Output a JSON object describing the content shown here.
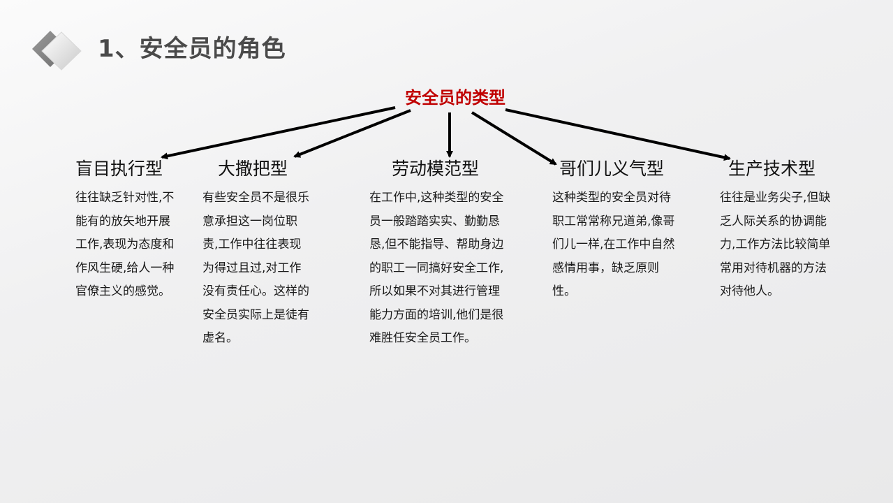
{
  "slide": {
    "title": "1、安全员的角色",
    "root_label": "安全员的类型",
    "root_color": "#c00000",
    "logo_icon": "diamond-icon"
  },
  "nodes": [
    {
      "title": "盲目执行型",
      "desc": "往往缺乏针对性,不能有的放矢地开展工作,表现为态度和作风生硬,给人一种官僚主义的感觉。"
    },
    {
      "title": "大撒把型",
      "desc": "有些安全员不是很乐意承担这一岗位职责,工作中往往表现为得过且过,对工作没有责任心。这样的安全员实际上是徒有虚名。"
    },
    {
      "title": "劳动模范型",
      "desc": "在工作中,这种类型的安全员一般踏踏实实、勤勤恳恳,但不能指导、帮助身边的职工一同搞好安全工作,所以如果不对其进行管理能力方面的培训,他们是很难胜任安全员工作。"
    },
    {
      "title": "哥们儿义气型",
      "desc": "这种类型的安全员对待职工常常称兄道弟,像哥们儿一样,在工作中自然感情用事，缺乏原则性。"
    },
    {
      "title": "生产技术型",
      "desc": "往往是业务尖子,但缺乏人际关系的协调能力,工作方法比较简单常用对待机器的方法对待他人。"
    }
  ]
}
